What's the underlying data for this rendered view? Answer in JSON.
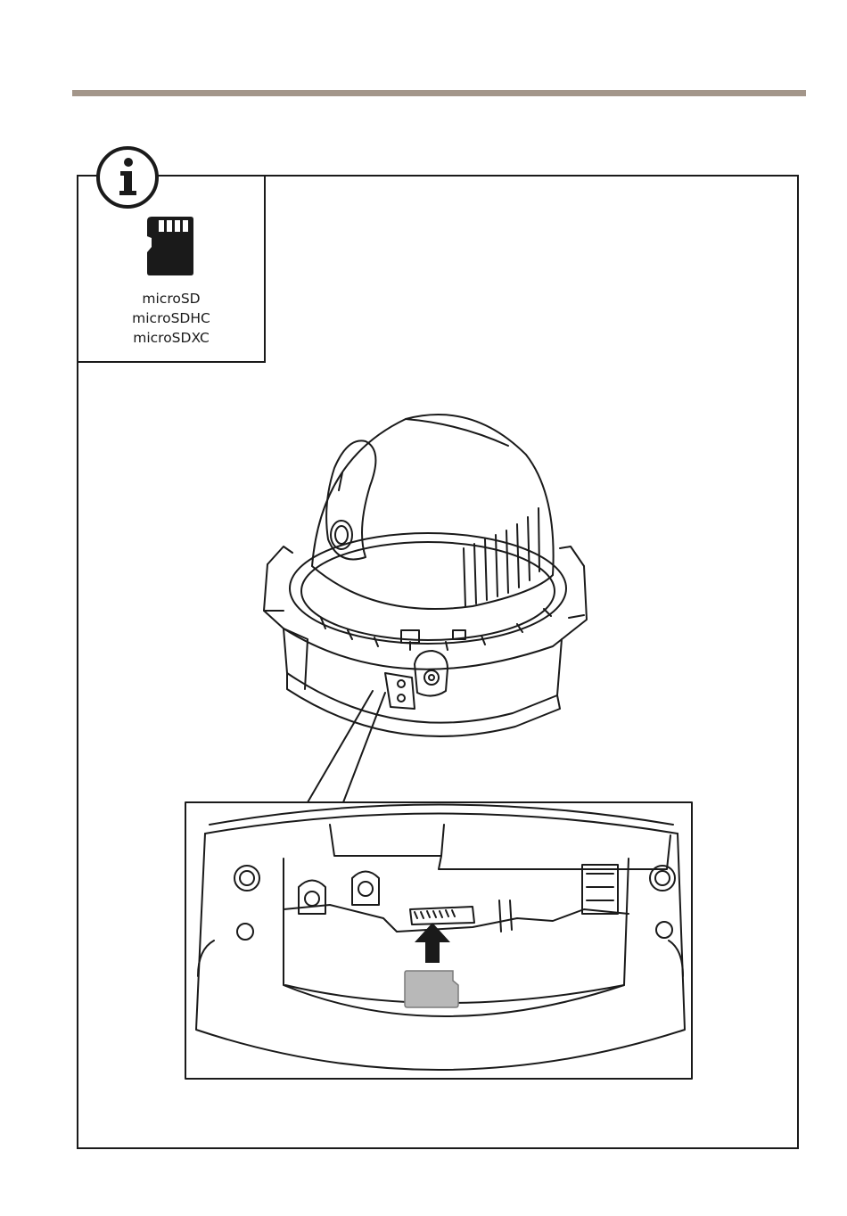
{
  "colors": {
    "rule": "#a3968a",
    "line": "#1a1a1a",
    "card_fill": "#b8b8b8",
    "arrow": "#1a1a1a"
  },
  "note": {
    "icon": "info-icon",
    "card_icon": "micro-sd-card-icon",
    "card_types": [
      "microSD",
      "microSDHC",
      "microSDXC"
    ]
  },
  "illustration": {
    "subject": "dome-camera-icon",
    "detail": "sd-card-slot-detail",
    "action_icon": "insert-arrow-icon"
  }
}
